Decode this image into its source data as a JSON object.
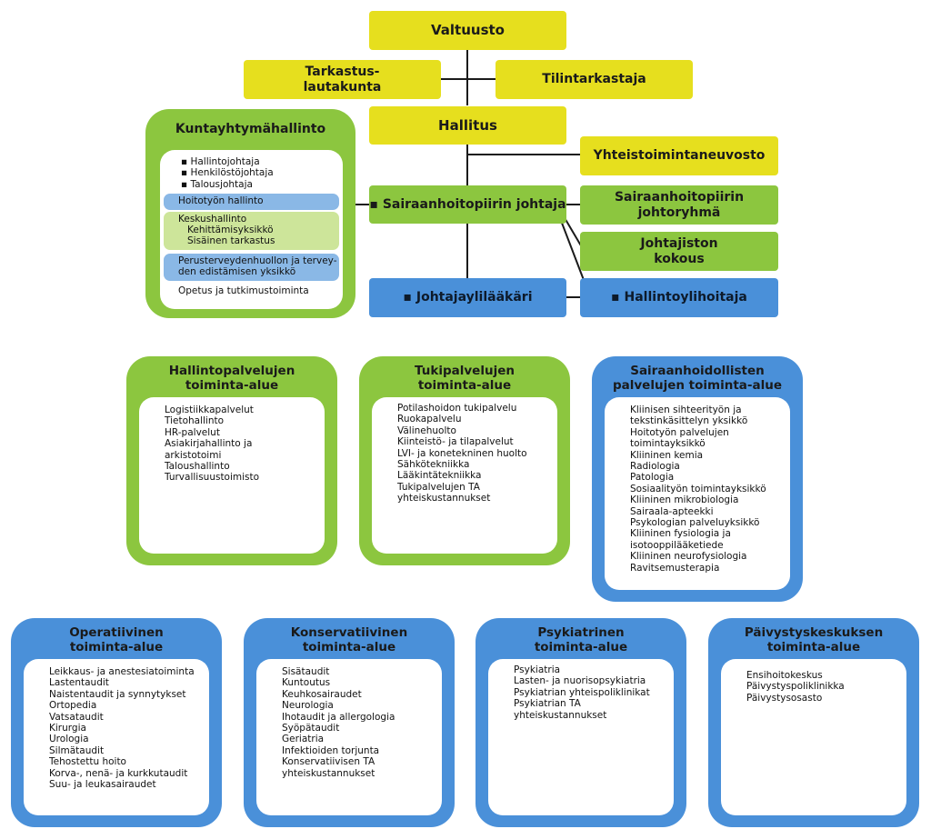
{
  "top": {
    "valtuusto": "Valtuusto",
    "tarkastuslautakunta": "Tarkastus-\nlautakunta",
    "tilintarkastaja": "Tilintarkastaja",
    "hallitus": "Hallitus",
    "yhteistoimintaneuvosto": "Yhteistoimintaneuvosto",
    "sairaanhoitopiirin_johtaja": "▪ Sairaanhoitopiirin johtaja",
    "johtoryhma": "Sairaanhoitopiirin\njohtoryhmä",
    "johtajiston_kokous": "Johtajiston\nkokous",
    "johtajaylilaakari": "▪ Johtajaylilääkäri",
    "hallintoylihoitaja": "▪ Hallintoylihoitaja"
  },
  "kuntayhtymahallinto": {
    "title": "Kuntayhtymähallinto",
    "bullets": [
      "▪ Hallintojohtaja",
      "▪ Henkilöstöjohtaja",
      "▪ Talousjohtaja"
    ],
    "hoitotyon": "Hoitotyön hallinto",
    "keskushallinto": [
      "Keskushallinto",
      "Kehittämisyksikkö",
      "Sisäinen tarkastus"
    ],
    "perusterveys": [
      "Perusterveydenhuollon ja tervey-",
      "den edistämisen yksikkö"
    ],
    "opetus": "Opetus ja tutkimustoiminta"
  },
  "areas": [
    {
      "title": [
        "Hallintopalvelujen",
        "toiminta-alue"
      ],
      "items": [
        "Logistiikkapalvelut",
        "Tietohallinto",
        "HR-palvelut",
        "Asiakirjahallinto ja",
        "arkistotoimi",
        "Taloushallinto",
        "Turvallisuustoimisto"
      ]
    },
    {
      "title": [
        "Tukipalvelujen",
        "toiminta-alue"
      ],
      "items": [
        "Potilashoidon tukipalvelu",
        "Ruokapalvelu",
        "Välinehuolto",
        "Kiinteistö- ja tilapalvelut",
        "LVI- ja konetekninen huolto",
        "Sähkötekniikka",
        "Lääkintätekniikka",
        "Tukipalvelujen TA",
        "yhteiskustannukset"
      ]
    },
    {
      "title": [
        "Sairaanhoidollisten",
        "palvelujen toiminta-alue"
      ],
      "items": [
        "Kliinisen sihteerityön ja",
        "tekstinkäsittelyn yksikkö",
        "Hoitotyön palvelujen",
        "toimintayksikkö",
        "Kliininen kemia",
        "Radiologia",
        "Patologia",
        "Sosiaalityön toimintayksikkö",
        "Kliininen mikrobiologia",
        "Sairaala-apteekki",
        "Psykologian palveluyksikkö",
        "Kliininen fysiologia ja",
        "isotooppilääketiede",
        "Kliininen neurofysiologia",
        "Ravitsemusterapia"
      ]
    },
    {
      "title": [
        "Operatiivinen",
        "toiminta-alue"
      ],
      "items": [
        "Leikkaus- ja anestesiatoiminta",
        "Lastentaudit",
        "Naistentaudit ja synnytykset",
        "Ortopedia",
        "Vatsataudit",
        "Kirurgia",
        "Urologia",
        "Silmätaudit",
        "Tehostettu hoito",
        "Korva-, nenä- ja kurkkutaudit",
        "Suu- ja leukasairaudet"
      ]
    },
    {
      "title": [
        "Konservatiivinen",
        "toiminta-alue"
      ],
      "items": [
        "Sisätaudit",
        "Kuntoutus",
        "Keuhkosairaudet",
        "Neurologia",
        "Ihotaudit ja allergologia",
        "Syöpätaudit",
        "Geriatria",
        "Infektioiden torjunta",
        "Konservatiivisen TA",
        "yhteiskustannukset"
      ]
    },
    {
      "title": [
        "Psykiatrinen",
        "toiminta-alue"
      ],
      "items": [
        "Psykiatria",
        "Lasten- ja nuorisopsykiatria",
        "Psykiatrian yhteispoliklinikat",
        "Psykiatrian TA",
        "yhteiskustannukset"
      ]
    },
    {
      "title": [
        "Päivystyskeskuksen",
        "toiminta-alue"
      ],
      "items": [
        "Ensihoitokeskus",
        "Päivystyspoliklinikka",
        "Päivystysosasto"
      ]
    }
  ]
}
